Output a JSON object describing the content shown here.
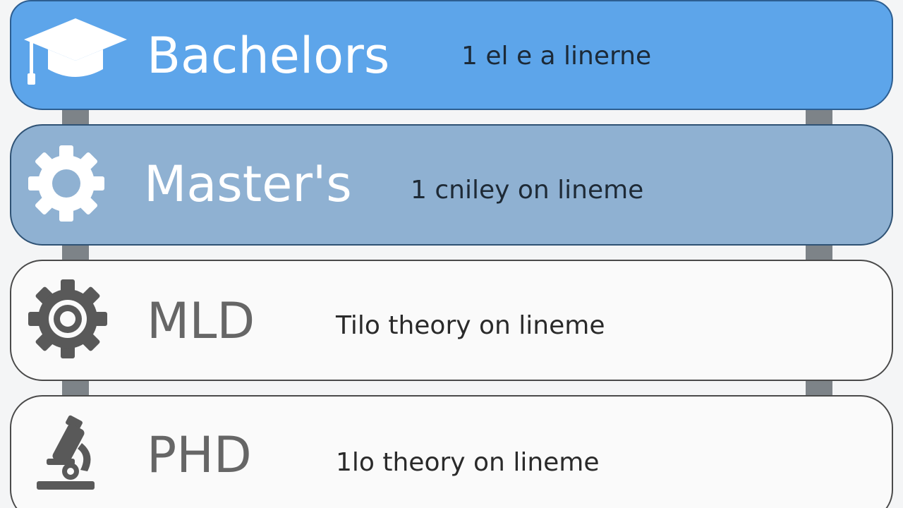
{
  "levels": [
    {
      "title": "Bachelors",
      "description": "1 el e a linerne",
      "icon": "graduation-cap-icon"
    },
    {
      "title": "Master's",
      "description": "1 cniley on lineme",
      "icon": "gear-icon"
    },
    {
      "title": "MLD",
      "description": "Tilo theory on lineme",
      "icon": "gear-icon"
    },
    {
      "title": "PHD",
      "description": "1lo theory on lineme",
      "icon": "microscope-icon"
    }
  ],
  "colors": {
    "bachelors_fill": "#5da5ea",
    "masters_fill": "#8fb1d2",
    "plain_fill": "#fafafa",
    "connector": "#7d8388",
    "icon_gray": "#595959"
  }
}
